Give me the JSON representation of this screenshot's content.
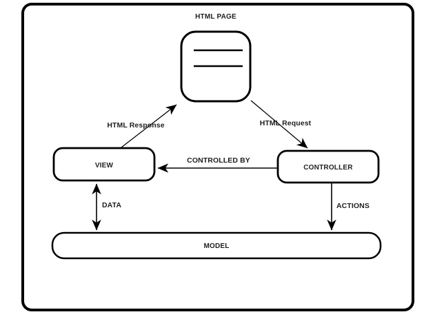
{
  "diagram": {
    "type": "architecture-flow-diagram",
    "subject": "MVC (Model-View-Controller) web architecture",
    "nodes": {
      "html_page": {
        "label": "HTML PAGE",
        "shape": "rounded-document-icon"
      },
      "view": {
        "label": "VIEW",
        "shape": "rounded-rectangle"
      },
      "controller": {
        "label": "CONTROLLER",
        "shape": "rounded-rectangle"
      },
      "model": {
        "label": "MODEL",
        "shape": "wide-rounded-rectangle"
      }
    },
    "edges": {
      "html_response": {
        "label": "HTML Response",
        "from": "VIEW",
        "to": "HTML PAGE",
        "direction": "one-way"
      },
      "html_request": {
        "label": "HTML Request",
        "from": "HTML PAGE",
        "to": "CONTROLLER",
        "direction": "one-way"
      },
      "controlled_by": {
        "label": "CONTROLLED BY",
        "from": "CONTROLLER",
        "to": "VIEW",
        "direction": "one-way"
      },
      "data": {
        "label": "DATA",
        "from": "VIEW",
        "to": "MODEL",
        "direction": "two-way"
      },
      "actions": {
        "label": "ACTIONS",
        "from": "CONTROLLER",
        "to": "MODEL",
        "direction": "one-way"
      }
    },
    "colors": {
      "line": "#000000",
      "text": "#1f1f1f",
      "background": "#ffffff",
      "node_fill": "#ffffff"
    }
  }
}
